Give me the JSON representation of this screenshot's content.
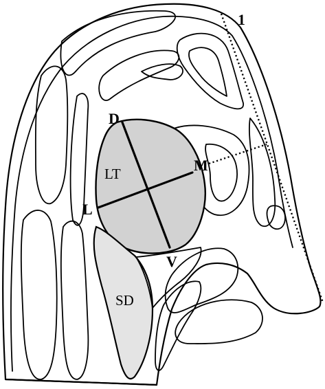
{
  "labels": {
    "reference_line": "1",
    "dorsal": "D",
    "medial": "M",
    "lateral": "L",
    "ventral": "V",
    "lesion": "LT",
    "secondary": "SD"
  },
  "colors": {
    "lesion_fill": "#d2d2d2",
    "secondary_fill": "#e4e4e4",
    "stroke": "#000000",
    "background": "#ffffff"
  }
}
